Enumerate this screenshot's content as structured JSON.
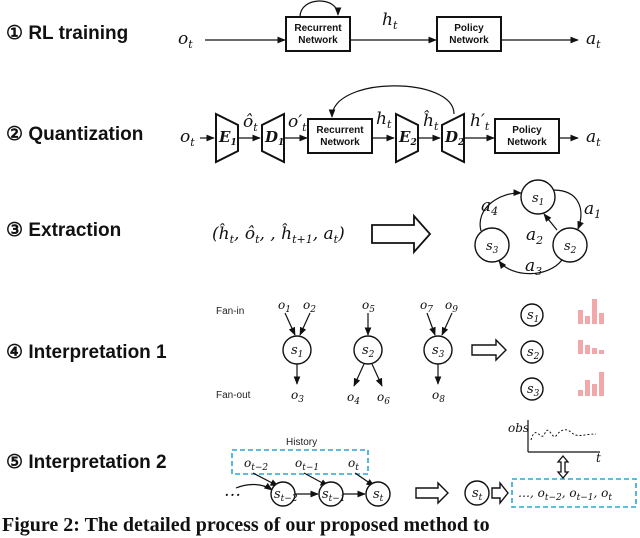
{
  "steps": [
    {
      "num": "①",
      "label": "RL training"
    },
    {
      "num": "②",
      "label": "Quantization"
    },
    {
      "num": "③",
      "label": "Extraction"
    },
    {
      "num": "④",
      "label": "Interpretation 1"
    },
    {
      "num": "⑤",
      "label": "Interpretation 2"
    }
  ],
  "boxes": {
    "recurrent": [
      "Recurrent",
      "Network"
    ],
    "policy": [
      "Policy",
      "Network"
    ]
  },
  "labels": {
    "fan_in": "Fan-in",
    "fan_out": "Fan-out",
    "history": "History",
    "obs": "obs",
    "t_axis": "t",
    "ellipsis": "…"
  },
  "caption": "Figure 2: The detailed process of our proposed method to"
}
